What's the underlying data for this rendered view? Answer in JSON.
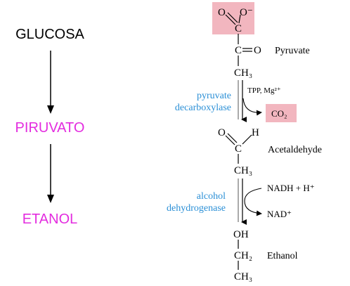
{
  "left": {
    "glucosa": "GLUCOSA",
    "piruvato": "PIRUVATO",
    "etanol": "ETANOL"
  },
  "pathway": {
    "pyruvate_label": "Pyruvate",
    "acetaldehyde_label": "Acetaldehyde",
    "ethanol_label": "Ethanol",
    "cofactors": "TPP, Mg²⁺",
    "co2": "CO₂",
    "nadh": "NADH + H⁺",
    "nad": "NAD⁺",
    "enzyme1_line1": "pyruvate",
    "enzyme1_line2": "decarboxylase",
    "enzyme2_line1": "alcohol",
    "enzyme2_line2": "dehydrogenase",
    "atoms": {
      "O": "O",
      "O_minus": "O⁻",
      "C": "C",
      "CH3": "CH₃",
      "H": "H",
      "OH": "OH",
      "CH2": "CH₂"
    }
  },
  "colors": {
    "magenta": "#e32cdf",
    "enzyme_blue": "#2a8fd6",
    "highlight": "#f2b6bf"
  }
}
